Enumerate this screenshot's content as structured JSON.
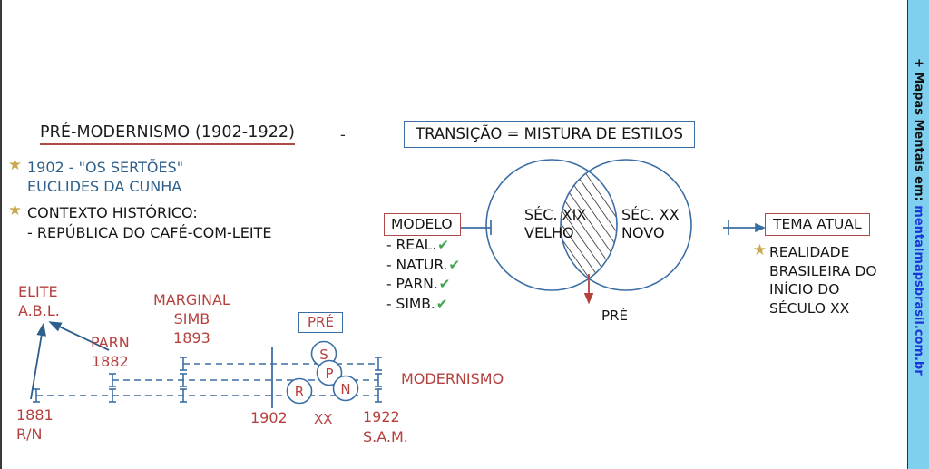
{
  "title": {
    "heading": "PRÉ-MODERNISMO (1902-1922)",
    "dash": "-"
  },
  "left_bullets": [
    {
      "icon": "star-icon",
      "line1": "1902 - \"OS SERTÕES\"",
      "line2": "EUCLIDES DA CUNHA"
    },
    {
      "icon": "star-icon",
      "line1": "CONTEXTO HISTÓRICO:",
      "line2": "- REPÚBLICA DO CAFÉ-COM-LEITE"
    }
  ],
  "transicao": {
    "label": "TRANSIÇÃO = MISTURA DE ESTILOS"
  },
  "venn": {
    "left_circle_line1": "SÉC. XIX",
    "left_circle_line2": "VELHO",
    "right_circle_line1": "SÉC. XX",
    "right_circle_line2": "NOVO",
    "intersection_label": "PRÉ"
  },
  "modelo": {
    "box_label": "MODELO",
    "items": [
      {
        "label": "- REAL.",
        "check": "✔"
      },
      {
        "label": "- NATUR.",
        "check": "✔"
      },
      {
        "label": "- PARN.",
        "check": "✔"
      },
      {
        "label": "- SIMB.",
        "check": "✔"
      }
    ]
  },
  "tema_atual": {
    "box_label": "TEMA ATUAL",
    "icon": "star-icon",
    "lines": [
      "REALIDADE",
      "BRASILEIRA DO",
      "INÍCIO DO",
      "SÉCULO XX"
    ]
  },
  "timeline": {
    "elite_line1": "ELITE",
    "elite_line2": "A.B.L.",
    "marginal_line1": "MARGINAL",
    "marginal_line2": "SIMB",
    "marginal_line3": "1893",
    "parn_line1": "PARN",
    "parn_line2": "1882",
    "start_line1": "1881",
    "start_line2": "R/N",
    "year_1902": "1902",
    "century_xx": "XX",
    "year_1922": "1922",
    "sam": "S.A.M.",
    "modernismo": "MODERNISMO",
    "pre_box": "PRÉ",
    "nodes": [
      {
        "letter": "S"
      },
      {
        "letter": "P"
      },
      {
        "letter": "R"
      },
      {
        "letter": "N"
      }
    ]
  },
  "watermark": {
    "prefix": "+ Mapas Mentais em: ",
    "url": "mentalmapsbrasil.com.br"
  },
  "colors": {
    "red": "#b5413f",
    "blue": "#2e5f8c",
    "line_blue": "#3b6ea5",
    "gold": "#c9a94e",
    "green": "#3fa34d",
    "box_red": "#b04a4a",
    "watermark_bg": "#7fd0ef",
    "watermark_url": "#1a35d8"
  }
}
